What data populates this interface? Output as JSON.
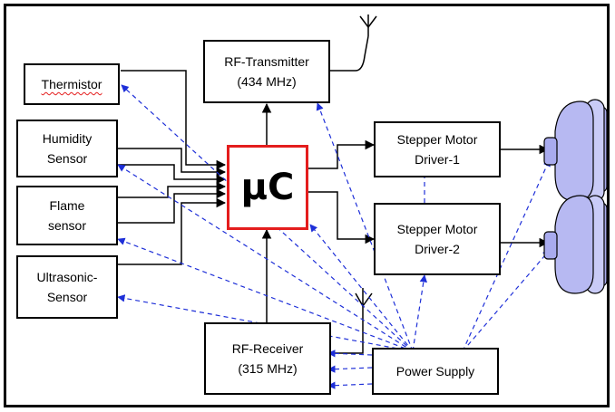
{
  "diagram": {
    "blocks": {
      "thermistor": "Thermistor",
      "humidity_sensor": "Humidity\nSensor",
      "flame_sensor": "Flame\nsensor",
      "ultrasonic_sensor": "Ultrasonic-\nSensor",
      "microcontroller": "μC",
      "rf_transmitter": "RF-Transmitter\n(434 MHz)",
      "rf_receiver": "RF-Receiver\n(315 MHz)",
      "stepper_driver_1": "Stepper Motor\nDriver-1",
      "stepper_driver_2": "Stepper Motor\nDriver-2",
      "power_supply": "Power Supply"
    },
    "icons": {
      "antenna_tx": "antenna-icon",
      "antenna_rx": "antenna-icon",
      "motor_1": "motor-icon",
      "motor_2": "motor-icon"
    },
    "colors": {
      "signal_line": "#000000",
      "power_line": "#1e2fd8",
      "microcontroller_border": "#e41d1d",
      "motor_fill": "#b7b9f2"
    }
  }
}
